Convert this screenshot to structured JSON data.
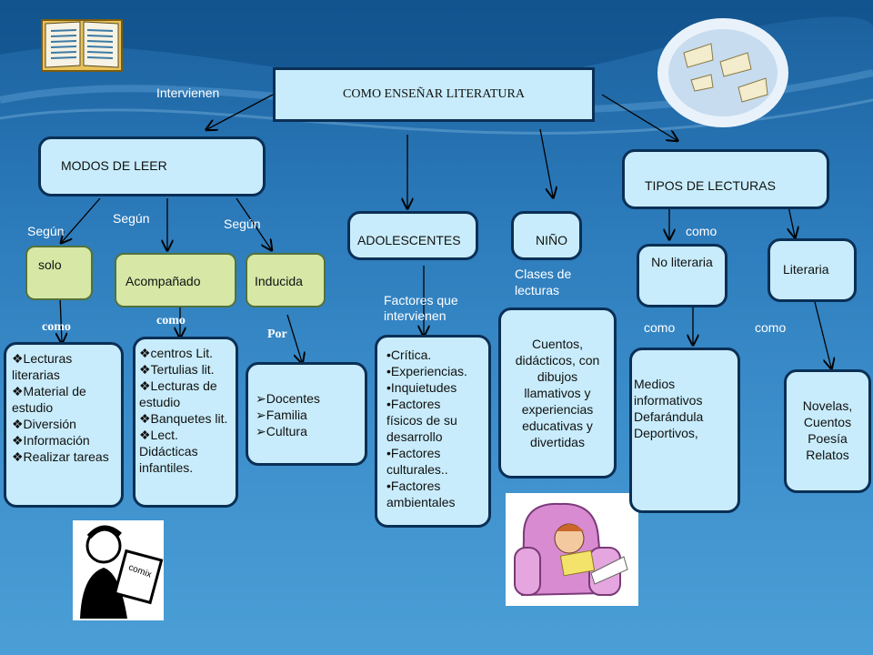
{
  "title": "COMO ENSEÑAR LITERATURA",
  "labels": {
    "intervienen": "Intervienen",
    "segun1": "Según",
    "segun2": "Según",
    "segun3": "Según",
    "como_solo": "como",
    "como_acomp": "como",
    "por": "Por",
    "factores": "Factores que intervienen",
    "clases": "Clases de lecturas",
    "como_tipos": "como",
    "como_noliteraria": "como",
    "como_literaria": "como"
  },
  "nodes": {
    "modos": "MODOS DE LEER",
    "solo": "solo",
    "acompanado": "Acompañado",
    "inducida": "Inducida",
    "adolescentes": "ADOLESCENTES",
    "nino": "NIÑO",
    "tipos": "TIPOS DE LECTURAS",
    "no_literaria": "No literaria",
    "literaria": "Literaria"
  },
  "lists": {
    "solo": [
      "❖Lecturas literarias",
      "❖Material de estudio",
      "❖Diversión",
      "❖Información",
      "❖Realizar tareas"
    ],
    "acompanado": [
      "❖centros Lit.",
      "❖Tertulias lit.",
      "❖Lecturas de estudio",
      "❖Banquetes lit.",
      "❖Lect. Didácticas infantiles."
    ],
    "inducida": [
      "➢Docentes",
      "➢Familia",
      "➢Cultura"
    ],
    "adolescentes": [
      "•Crítica.",
      "•Experiencias.",
      "•Inquietudes",
      "•Factores físicos de su desarrollo",
      "•Factores culturales..",
      "•Factores ambientales"
    ],
    "nino": "Cuentos, didácticos, con dibujos llamativos y experiencias educativas y divertidas",
    "no_literaria": "Medios informativos Defarándula Deportivos,",
    "literaria": [
      "Novelas,",
      "Cuentos",
      "Poesía",
      "Relatos"
    ]
  },
  "icons": {
    "book": "open-book-icon",
    "papers": "flying-pages-icon",
    "reader": "comic-reader-icon",
    "child": "child-reading-icon"
  },
  "colors": {
    "node": "#c8ecfb",
    "green": "#d6e7a6",
    "border": "#0d3e6e"
  }
}
